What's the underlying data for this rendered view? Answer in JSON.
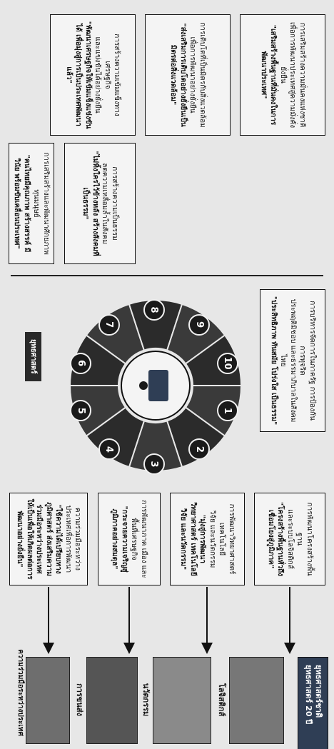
{
  "header": {
    "title_lines": [
      "ยุทธศาสตร์ชาติ",
      "ยุทธศาสตร์ 20 ปี"
    ]
  },
  "center_label": "ยุทธศาสตร์",
  "segments": [
    "1",
    "2",
    "3",
    "4",
    "5",
    "6",
    "7",
    "8",
    "9",
    "10"
  ],
  "boxes": [
    {
      "key": "b_left_top",
      "lines": [
        "การเสริมสร้างความมั่นคงแห่งชาติ",
        "เพื่อการพัฒนาประเทศสู่ความมั่งคั่งยั่งยืน",
        "\"เสริมสร้างพื้นฐานที่มั่นคงในการพัฒนาประเทศ\""
      ]
    },
    {
      "key": "b_left_2",
      "lines": [
        "การเติบโตที่เป็นมิตรกับสิ่งแวดล้อม",
        "เพื่อการพัฒนาอย่างยั่งยืน",
        "\"ส่งเสริมการเติบโตอย่างยั่งยืนเป็นมิตรต่อสิ่งแวดล้อม\""
      ]
    },
    {
      "key": "b_left_3",
      "lines": [
        "การสร้างความเข้มแข็งทางเศรษฐกิจ",
        "และแข่งขันได้อย่างยั่งยืน",
        "\"พัฒนาเศรษฐกิจให้เข้มแข็งแข่งขันได้ เพื่อมุ่งสู่การเป็นประเทศพัฒนาแล้ว\""
      ]
    },
    {
      "key": "b_left_4",
      "lines": [
        "การสร้างความเป็นธรรม",
        "ลดความเหลื่อมล้ำในสังคม",
        "\"ไม่ทิ้งใครไว้ข้างหลัง สร้างสังคมที่เป็นธรรม\""
      ]
    },
    {
      "key": "b_left_5",
      "lines": [
        "การเสริมสร้างและพัฒนาศักยภาพทุนมนุษย์",
        "\"คนไทยมีคุณภาพ สร้างสรรค์ มีวินัย พร้อมขับเคลื่อนประเทศ\""
      ]
    },
    {
      "key": "b_mid_top",
      "lines": [
        "การบริหารจัดการในภาครัฐ การป้องกันการทุจริต",
        "ประพฤติมิชอบ และธรรมาภิบาลในสังคมไทย",
        "\"ประสิทธิภาพ ทันสมัย โปร่งใส เป็นธรรม\""
      ]
    },
    {
      "key": "b_r1",
      "lines": [
        "การพัฒนาโครงสร้างพื้นฐาน",
        "และระบบโลจิสติกส์",
        "\"โครงสร้างพื้นฐานทั่วถึง เชื่อมโยงสู่ภูมิภาค\""
      ]
    },
    {
      "key": "b_r2",
      "lines": [
        "การพัฒนาวิทยาศาสตร์ เทคโนโลยี",
        "วิจัย และนวัตกรรม",
        "\"มุ่งสู่การพัฒนาวิทยาศาสตร์ เทคโนโลยี วิจัย และนวัตกรรม\""
      ]
    },
    {
      "key": "b_r3",
      "lines": [
        "การพัฒนาภาค เมือง และพื้นที่เศรษฐกิจ",
        "\"กระจายความเจริญสู่ภูมิภาคอย่างสมดุล\""
      ]
    },
    {
      "key": "b_r4",
      "lines": [
        "ความร่วมมือระหว่างประเทศเพื่อการพัฒนา",
        "\"ใช้ความได้เปรียบทางภูมิศาสตร์ ส่งเสริมความร่วมมือระหว่างประเทศ",
        "ให้เป็นเพื่อให้เกิดผลต่อการพัฒนาอย่างยั่งยืน\""
      ]
    }
  ],
  "captions": [
    "โลจิสติกส์",
    "นวัตกรรม",
    "การขนส่ง",
    "ความร่วมมือระหว่างประเทศ"
  ],
  "footer": "ยุทธศาสตร์ชาติ"
}
